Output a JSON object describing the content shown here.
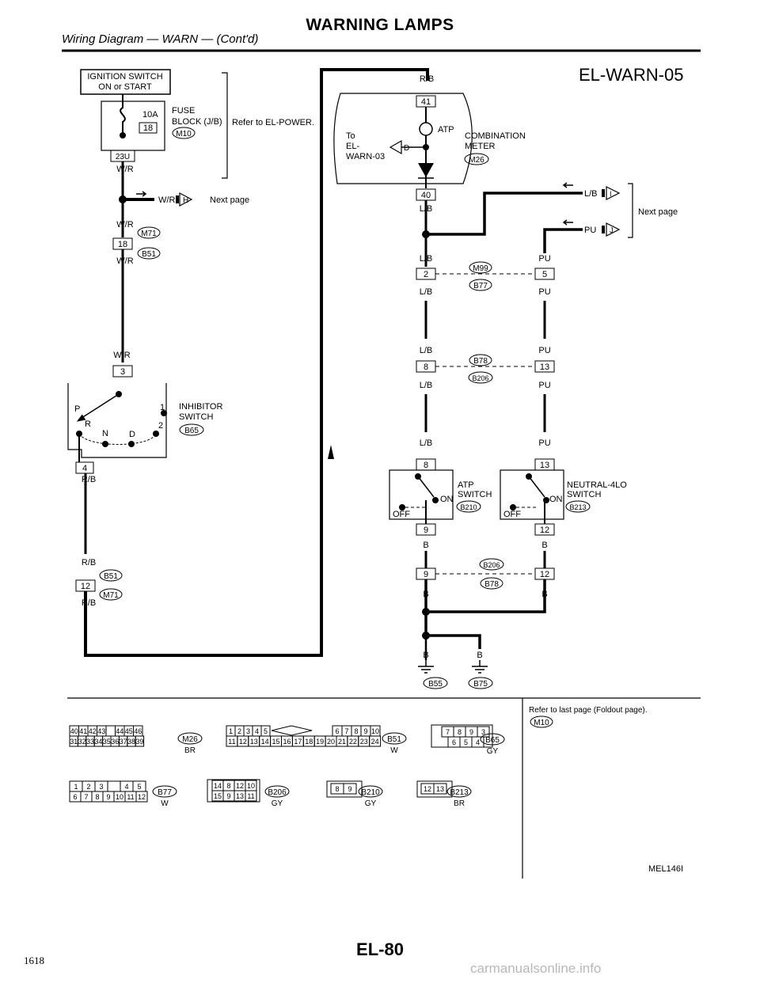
{
  "header": {
    "title": "WARNING LAMPS",
    "subtitle": "Wiring Diagram — WARN — (Cont'd)",
    "diagram_id": "EL-WARN-05"
  },
  "footer": {
    "page_code": "EL-80",
    "page_number": "1618",
    "figure_code": "MEL146I",
    "watermark": "carmanualsonline.info"
  },
  "left_circuit": {
    "ignition_box_line1": "IGNITION SWITCH",
    "ignition_box_line2": "ON or START",
    "fuse_amp": "10A",
    "fuse_no": "18",
    "fuse_label": "FUSE",
    "fuse_block": "BLOCK (J/B)",
    "fuse_conn": "M10",
    "refer_text": "Refer to EL-POWER.",
    "pin_23u": "23U",
    "wire_wr": "W/R",
    "next_page_label": "Next page",
    "next_page_letter": "H",
    "conn_m71": "M71",
    "conn_b51": "B51",
    "pin_18": "18",
    "pin_3": "3",
    "inhibitor_line1": "INHIBITOR",
    "inhibitor_line2": "SWITCH",
    "inhibitor_conn": "B65",
    "pos_p": "P",
    "pos_1": "1",
    "pos_r": "R",
    "pos_n": "N",
    "pos_d": "D",
    "pos_2": "2",
    "pin_4": "4",
    "wire_rb": "R/B",
    "pin_12": "12"
  },
  "right_circuit": {
    "wire_rb": "R/B",
    "pin_41": "41",
    "pin_40": "40",
    "atp_lamp": "ATP",
    "to_line1": "To",
    "to_line2": "EL-",
    "to_line3": "WARN-03",
    "conn_d": "D",
    "meter_line1": "COMBINATION",
    "meter_line2": "METER",
    "meter_conn": "M26",
    "wire_lb": "L/B",
    "wire_pu": "PU",
    "wire_b": "B",
    "letter_i": "I",
    "letter_j": "J",
    "next_page_label": "Next page",
    "conn_m99": "M99",
    "conn_b77": "B77",
    "conn_b78": "B78",
    "conn_b206": "B206",
    "pin_2": "2",
    "pin_5": "5",
    "pin_8": "8",
    "pin_13": "13",
    "pin_9": "9",
    "pin_12": "12",
    "atp_switch_line1": "ATP",
    "atp_switch_line2": "SWITCH",
    "atp_switch_conn": "B210",
    "neutral_line1": "NEUTRAL-4LO",
    "neutral_line2": "SWITCH",
    "neutral_conn": "B213",
    "on_label": "ON",
    "off_label": "OFF",
    "ground_b55": "B55",
    "ground_b75": "B75"
  },
  "connectors": {
    "m26_top": [
      "40",
      "41",
      "42",
      "43",
      "",
      "44",
      "45",
      "46"
    ],
    "m26_bottom": [
      "31",
      "32",
      "33",
      "34",
      "35",
      "36",
      "37",
      "38",
      "39"
    ],
    "m26_id": "M26",
    "m26_color": "BR",
    "b51_top": [
      "1",
      "2",
      "3",
      "4",
      "5",
      "6",
      "7",
      "8",
      "9",
      "10"
    ],
    "b51_bottom": [
      "11",
      "12",
      "13",
      "14",
      "15",
      "16",
      "17",
      "18",
      "19",
      "20",
      "21",
      "22",
      "23",
      "24"
    ],
    "b51_id": "B51",
    "b51_color": "W",
    "b65_top": [
      "7",
      "8",
      "9",
      "3"
    ],
    "b65_bottom": [
      "6",
      "5",
      "4"
    ],
    "b65_id": "B65",
    "b65_color": "GY",
    "b77_top": [
      "1",
      "2",
      "3",
      "",
      "4",
      "5"
    ],
    "b77_bottom": [
      "6",
      "7",
      "8",
      "9",
      "10",
      "11",
      "12"
    ],
    "b77_id": "B77",
    "b77_color": "W",
    "b206_top": [
      "14",
      "8",
      "12",
      "10"
    ],
    "b206_bottom": [
      "15",
      "9",
      "13",
      "11"
    ],
    "b206_id": "B206",
    "b206_color": "GY",
    "b210_pins": [
      "8",
      "9"
    ],
    "b210_id": "B210",
    "b210_color": "GY",
    "b213_pins": [
      "12",
      "13"
    ],
    "b213_id": "B213",
    "b213_color": "BR",
    "foldout_note": "Refer to last page (Foldout page).",
    "foldout_conn": "M10"
  },
  "colors": {
    "ink": "#000000",
    "watermark": "#b8b8b8"
  }
}
